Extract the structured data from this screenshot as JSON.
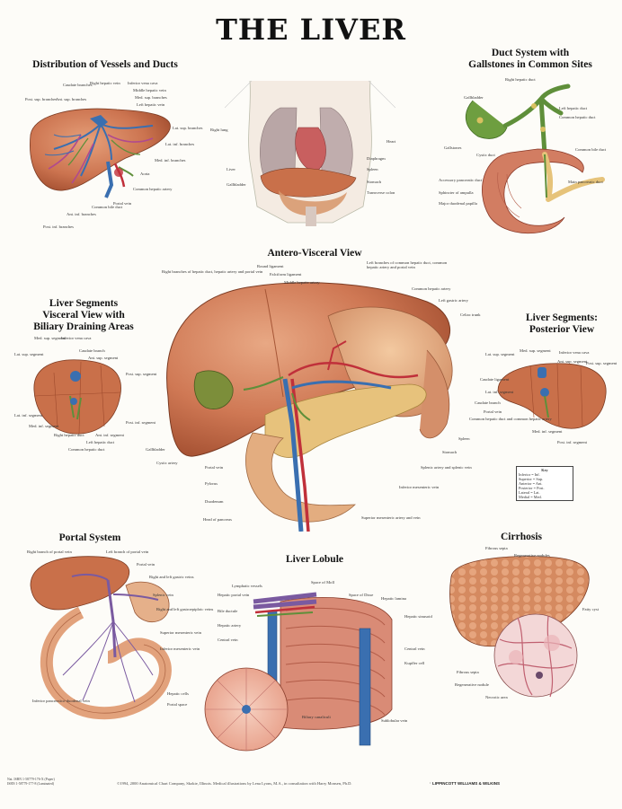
{
  "title": "THE LIVER",
  "sections": {
    "vessels": "Distribution of Vessels and Ducts",
    "duct_system": "Duct System with\nGallstones in Common Sites",
    "antero": "Antero-Visceral View",
    "seg_visceral": "Liver Segments\nVisceral View with\nBiliary Draining Areas",
    "seg_posterior": "Liver Segments:\nPosterior View",
    "portal": "Portal System",
    "lobule": "Liver Lobule",
    "cirrhosis": "Cirrhosis"
  },
  "labels": {
    "vessels": [
      "Caudate branches",
      "Right hepatic vein",
      "Inferior vena cava",
      "Middle hepatic vein",
      "Med. sup. branches",
      "Left hepatic vein",
      "Post. sup. branches",
      "Ant. sup. branches",
      "Lat. sup. branches",
      "Lat. inf. branches",
      "Med. inf. branches",
      "Aorta",
      "Common hepatic artery",
      "Portal vein",
      "Common bile duct",
      "Ant. inf. branches",
      "Post. inf. branches"
    ],
    "thorax": [
      "Right lung",
      "Heart",
      "Diaphragm",
      "Liver",
      "Spleen",
      "Gallbladder",
      "Stomach",
      "Transverse colon"
    ],
    "duct": [
      "Right hepatic duct",
      "Gallbladder",
      "Left hepatic duct",
      "Common hepatic duct",
      "Common bile duct",
      "Gallstones",
      "Cystic duct",
      "Accessory pancreatic duct",
      "Main pancreatic duct",
      "Sphincter of ampulla",
      "Major duodenal papilla"
    ],
    "antero": [
      "Right branches of hepatic duct, hepatic artery and portal vein",
      "Round ligament",
      "Falciform ligament",
      "Middle hepatic artery",
      "Left branches of common hepatic duct, common hepatic artery and portal vein",
      "Common hepatic artery",
      "Left gastric artery",
      "Celiac trunk",
      "Gallbladder",
      "Cystic artery",
      "Portal vein",
      "Pylorus",
      "Duodenum",
      "Head of pancreas",
      "Spleen",
      "Stomach",
      "Splenic artery and splenic vein",
      "Inferior mesenteric vein",
      "Superior mesenteric artery and vein"
    ],
    "seg_visceral": [
      "Med. sup. segment",
      "Inferior vena cava",
      "Lat. sup. segment",
      "Caudate branch",
      "Ant. sup. segment",
      "Post. sup. segment",
      "Lat. inf. segment",
      "Med. inf. segment",
      "Right hepatic duct",
      "Common hepatic duct",
      "Left hepatic duct",
      "Ant. inf. segment",
      "Post. inf. segment"
    ],
    "seg_posterior": [
      "Lat. sup. segment",
      "Med. sup. segment",
      "Inferior vena cava",
      "Ant. sup. segment",
      "Post. sup. segment",
      "Caudate ligament",
      "Lat. inf. segment",
      "Caudate branch",
      "Portal vein",
      "Common hepatic duct and common hepatic artery",
      "Med. inf. segment",
      "Post. inf. segment"
    ],
    "portal": [
      "Right branch of portal vein",
      "Left branch of portal vein",
      "Portal vein",
      "Right and left gastric veins",
      "Splenic vein",
      "Right and left gastroepiploic veins",
      "Superior mesenteric vein",
      "Inferior mesenteric vein",
      "Inferior pancreatico-duodenal vein"
    ],
    "lobule": [
      "Lymphatic vessels",
      "Space of Moll",
      "Hepatic portal vein",
      "Bile ductule",
      "Hepatic artery",
      "Central vein",
      "Space of Disse",
      "Hepatic lamina",
      "Hepatic sinusoid",
      "Central vein",
      "Kupffer cell",
      "Hepatic cells",
      "Portal space",
      "Biliary canaliculi",
      "Sublobular vein"
    ],
    "cirrhosis": [
      "Fibrous septa",
      "Regenerative nodules",
      "Fatty cyst",
      "Fibrous septa",
      "Regenerative nodule",
      "Necrotic area"
    ]
  },
  "key": {
    "title": "Key",
    "rows": [
      "Inferior = Inf.",
      "Superior = Sup.",
      "Anterior = Ant.",
      "Posterior = Post.",
      "Lateral = Lat.",
      "Medial = Med."
    ]
  },
  "footer": {
    "codes": "Nat. ISBN 1-58779-176-X (Paper)\nISBN 1-58779-177-8 (Laminated)",
    "credit": "©1994, 2000 Anatomical Chart Company, Skokie, Illinois. Medical illustrations by Lena Lyons, M.A., in consultation with Harry Monsen, Ph.D.",
    "logo": "LIPPINCOTT WILLIAMS & WILKINS"
  },
  "colors": {
    "liver": "#c9704a",
    "liver_dark": "#9e4a2c",
    "liver_light": "#e2a27c",
    "vein_blue": "#3a6fb0",
    "artery_red": "#c0303a",
    "bile_green": "#5f8f3a",
    "stomach": "#e9b48a",
    "pancreas": "#e6c37a"
  }
}
